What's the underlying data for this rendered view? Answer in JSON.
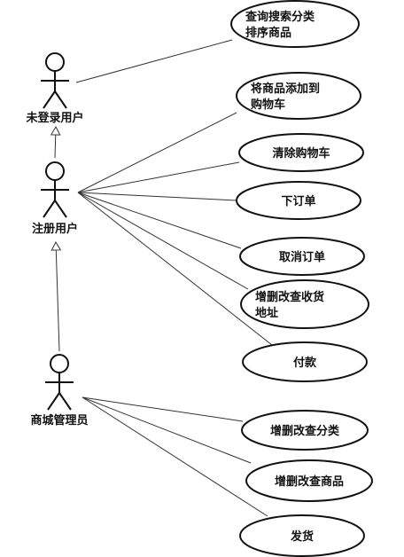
{
  "actors": [
    {
      "id": "guest",
      "label": "未登录用户"
    },
    {
      "id": "registered",
      "label": "注册用户"
    },
    {
      "id": "admin",
      "label": "商城管理员"
    }
  ],
  "use_cases": [
    {
      "id": "uc-search",
      "lines": [
        "查询搜索分类",
        "排序商品"
      ]
    },
    {
      "id": "uc-add-cart",
      "lines": [
        "将商品添加到",
        "购物车"
      ]
    },
    {
      "id": "uc-clear-cart",
      "lines": [
        "清除购物车"
      ]
    },
    {
      "id": "uc-order",
      "lines": [
        "下订单"
      ]
    },
    {
      "id": "uc-cancel",
      "lines": [
        "取消订单"
      ]
    },
    {
      "id": "uc-address",
      "lines": [
        "增删改查收货",
        "地址"
      ]
    },
    {
      "id": "uc-pay",
      "lines": [
        "付款"
      ]
    },
    {
      "id": "uc-category",
      "lines": [
        "增删改查分类"
      ]
    },
    {
      "id": "uc-product",
      "lines": [
        "增删改查商品"
      ]
    },
    {
      "id": "uc-ship",
      "lines": [
        "发货"
      ]
    }
  ],
  "associations": [
    {
      "actor": "guest",
      "use_case": "uc-search"
    },
    {
      "actor": "registered",
      "use_case": "uc-add-cart"
    },
    {
      "actor": "registered",
      "use_case": "uc-clear-cart"
    },
    {
      "actor": "registered",
      "use_case": "uc-order"
    },
    {
      "actor": "registered",
      "use_case": "uc-cancel"
    },
    {
      "actor": "registered",
      "use_case": "uc-address"
    },
    {
      "actor": "registered",
      "use_case": "uc-pay"
    },
    {
      "actor": "admin",
      "use_case": "uc-category"
    },
    {
      "actor": "admin",
      "use_case": "uc-product"
    },
    {
      "actor": "admin",
      "use_case": "uc-ship"
    }
  ],
  "generalizations": [
    {
      "child": "registered",
      "parent": "guest"
    },
    {
      "child": "admin",
      "parent": "registered"
    }
  ]
}
